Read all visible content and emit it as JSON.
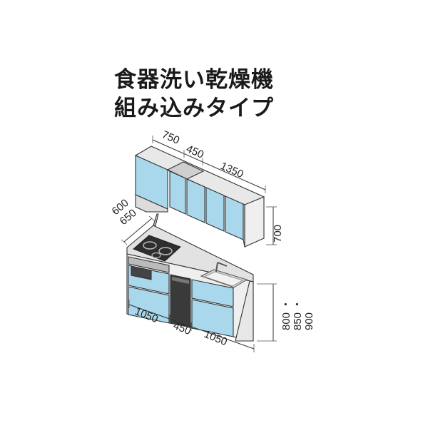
{
  "title": {
    "line1": "食器洗い乾燥機",
    "line2": "組み込みタイプ"
  },
  "dimensions": {
    "upper_widths": [
      "750",
      "450",
      "1350"
    ],
    "upper_height": "700",
    "depths": [
      "600",
      "650"
    ],
    "lower_widths": [
      "1050",
      "450",
      "1050"
    ],
    "counter_heights": [
      "800",
      "850",
      "900"
    ],
    "counter_heights_separator": "・"
  },
  "colors": {
    "door": "#a9d8ec",
    "door_light": "#cdeaf6",
    "carcass": "#efefef",
    "counter": "#e2e2e2",
    "outline": "#333333"
  }
}
